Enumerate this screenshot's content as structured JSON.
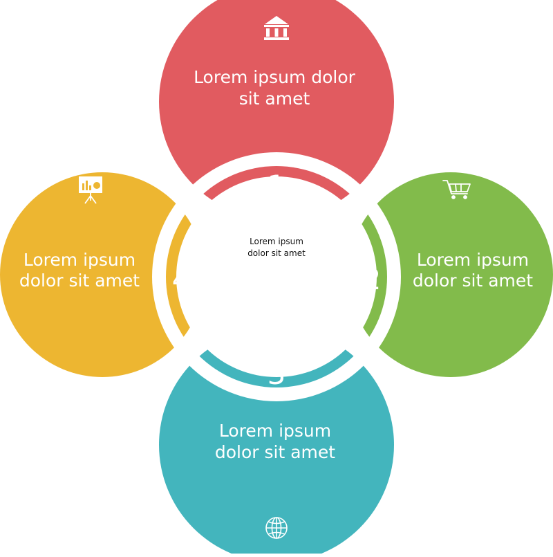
{
  "colors": {
    "red": "#E15B60",
    "green": "#82BB4B",
    "blue": "#43B5BD",
    "yellow": "#EDB631",
    "white": "#FFFFFF"
  },
  "center": {
    "line1": "Lorem ipsum",
    "line2": "dolor sit amet"
  },
  "petals": [
    {
      "number": "1",
      "line1": "Lorem ipsum dolor",
      "line2": "sit amet",
      "icon": "bank-icon"
    },
    {
      "number": "2",
      "line1": "Lorem ipsum",
      "line2": "dolor sit amet",
      "icon": "shopping-cart-icon"
    },
    {
      "number": "3",
      "line1": "Lorem ipsum",
      "line2": "dolor sit amet",
      "icon": "globe-icon"
    },
    {
      "number": "4",
      "line1": "Lorem ipsum",
      "line2": "dolor sit amet",
      "icon": "presentation-board-icon"
    }
  ]
}
